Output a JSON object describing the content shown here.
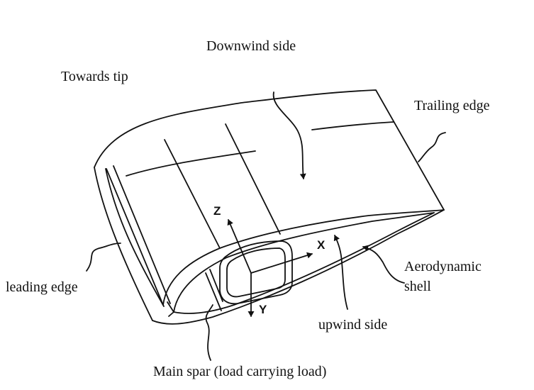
{
  "labels": {
    "downwind_side": "Downwind side",
    "towards_tip": "Towards tip",
    "trailing_edge": "Trailing edge",
    "leading_edge": "leading edge",
    "aerodynamic_shell_line1": "Aerodynamic",
    "aerodynamic_shell_line2": "shell",
    "upwind_side": "upwind side",
    "main_spar": "Main spar (load carrying load)"
  },
  "axes": {
    "x": "X",
    "y": "Y",
    "z": "Z"
  },
  "colors": {
    "ink": "#111111",
    "background": "#ffffff"
  }
}
